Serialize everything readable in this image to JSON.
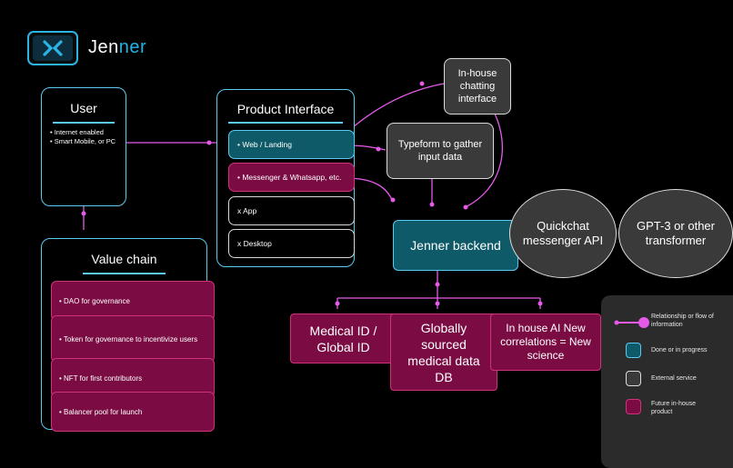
{
  "brand": {
    "name_prefix": "Jen",
    "name_suffix": "ner"
  },
  "user_panel": {
    "title": "User",
    "bullets": [
      "• Internet enabled",
      "• Smart Mobile, or PC"
    ]
  },
  "value_chain": {
    "title": "Value chain",
    "items": [
      "• DAO for governance",
      "• Token for governance to incentivize users",
      "• NFT for first contributors",
      "• Balancer pool for launch"
    ]
  },
  "product_interface": {
    "title": "Product Interface",
    "items": [
      {
        "label": "• Web / Landing",
        "status": "done"
      },
      {
        "label": "• Messenger & Whatsapp, etc.",
        "status": "future"
      },
      {
        "label": "x App",
        "status": "none"
      },
      {
        "label": "x Desktop",
        "status": "none"
      }
    ]
  },
  "external": {
    "chatting": "In-house chatting interface",
    "typeform": "Typeform to gather input data"
  },
  "backend": {
    "label": "Jenner backend"
  },
  "services": {
    "quickchat": "Quickchat messenger API",
    "gpt3": "GPT-3 or other transformer"
  },
  "future_products": [
    "Medical ID / Global ID",
    "Globally sourced medical data DB",
    "In house AI New correlations = New science"
  ],
  "legend": {
    "relationship": "Relationship or flow of information",
    "done": "Done or in progress",
    "external": "External service",
    "future": "Future in-house product"
  },
  "colors": {
    "accent_blue": "#5cc9f0",
    "teal_fill": "#0e5a68",
    "magenta_fill": "#7a0c43",
    "magenta_border": "#d0327a",
    "link_pink": "#e65aea",
    "grey_fill": "#3a3a3a"
  },
  "icons": {
    "logo": "x-logo-icon"
  }
}
